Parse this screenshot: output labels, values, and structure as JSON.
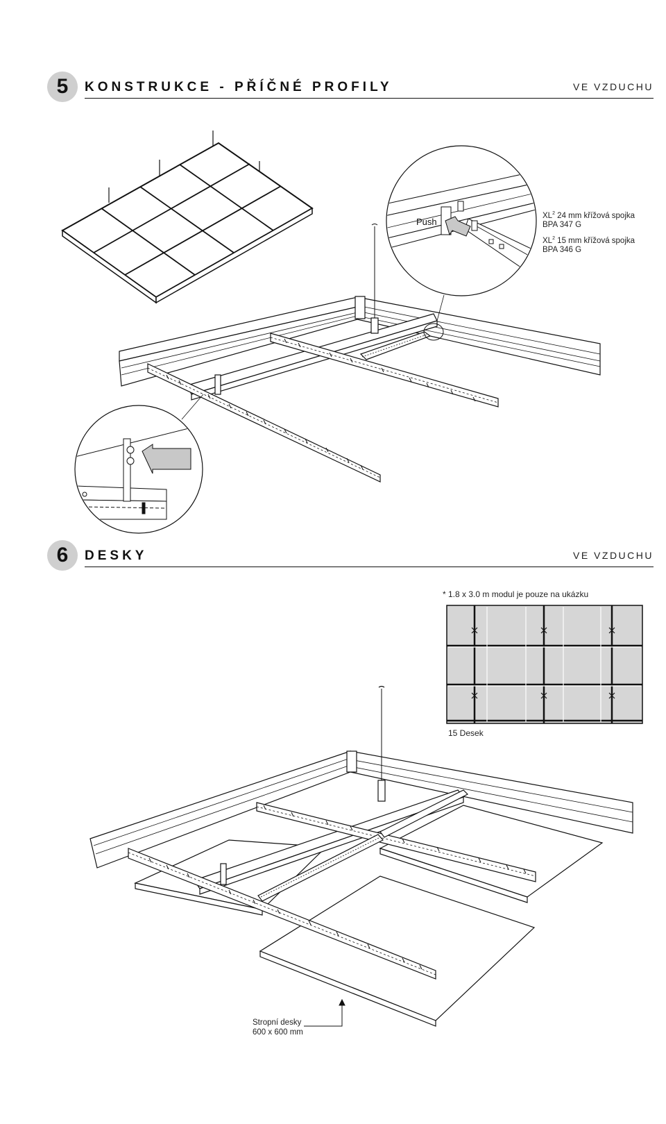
{
  "section5": {
    "number": "5",
    "title": "KONSTRUKCE - PŘÍČNÉ PROFILY",
    "subtitle": "VE VZDUCHU",
    "detail": {
      "push_label": "Push",
      "connector_24_prefix": "XL",
      "connector_24_sup": "2",
      "connector_24_text": " 24 mm křížová spojka",
      "connector_24_code": "BPA 347 G",
      "connector_15_prefix": "XL",
      "connector_15_sup": "2",
      "connector_15_text": " 15 mm křížová spojka",
      "connector_15_code": "BPA 346 G"
    }
  },
  "section6": {
    "number": "6",
    "title": "DESKY",
    "subtitle": "VE VZDUCHU",
    "module_note": "* 1.8 x 3.0 m modul je pouze na ukázku",
    "panel_count": "15 Desek",
    "tile_label_line1": "Stropní desky",
    "tile_label_line2": "600 x 600 mm"
  },
  "colors": {
    "circle_fill": "#cfcfcf",
    "panel_fill": "#d6d6d6",
    "arrow_fill": "#c8c8c8",
    "line": "#111111"
  }
}
